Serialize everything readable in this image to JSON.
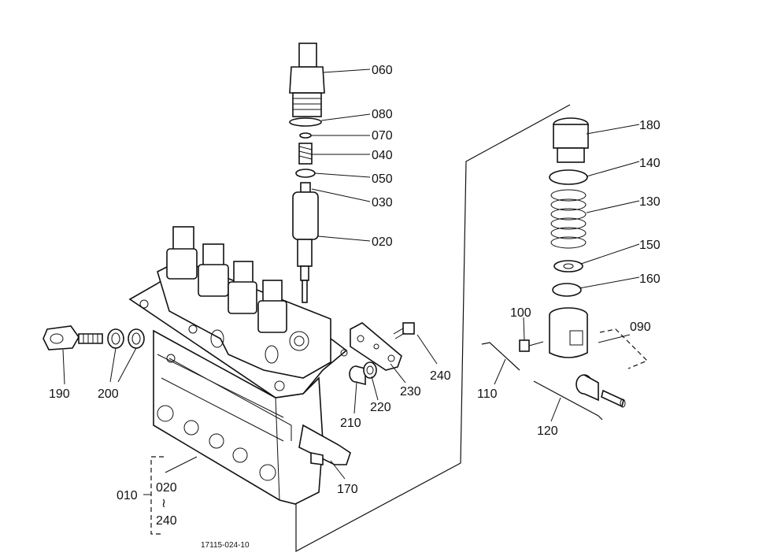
{
  "diagram": {
    "drawing_number": "17115-024-10",
    "callouts": {
      "c060": "060",
      "c080": "080",
      "c070": "070",
      "c040": "040",
      "c050": "050",
      "c030": "030",
      "c020": "020",
      "c180": "180",
      "c140": "140",
      "c130": "130",
      "c150": "150",
      "c160": "160",
      "c100": "100",
      "c090": "090",
      "c240a": "240",
      "c230": "230",
      "c220": "220",
      "c210": "210",
      "c190": "190",
      "c200": "200",
      "c110": "110",
      "c120": "120",
      "c170": "170"
    },
    "assembly": {
      "code": "010",
      "range_from": "020",
      "range_sep": "≀",
      "range_to": "240"
    }
  }
}
